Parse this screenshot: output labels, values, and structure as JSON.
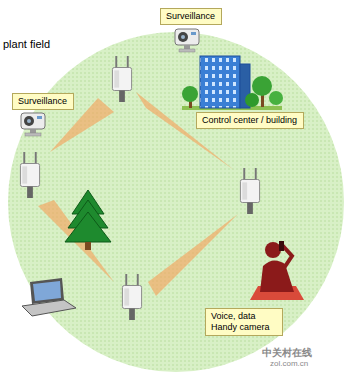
{
  "diagram": {
    "nodes": [
      {
        "text": [
          "Surveillance"
        ]
      },
      {
        "text": [
          "Surveillance"
        ]
      },
      {
        "text": [
          "Control center / building"
        ]
      },
      {
        "text": [
          "Voice, data Handy camera"
        ]
      }
    ],
    "labels": [
      "plant field",
      "中关村在线",
      "zol.com.cn"
    ]
  }
}
